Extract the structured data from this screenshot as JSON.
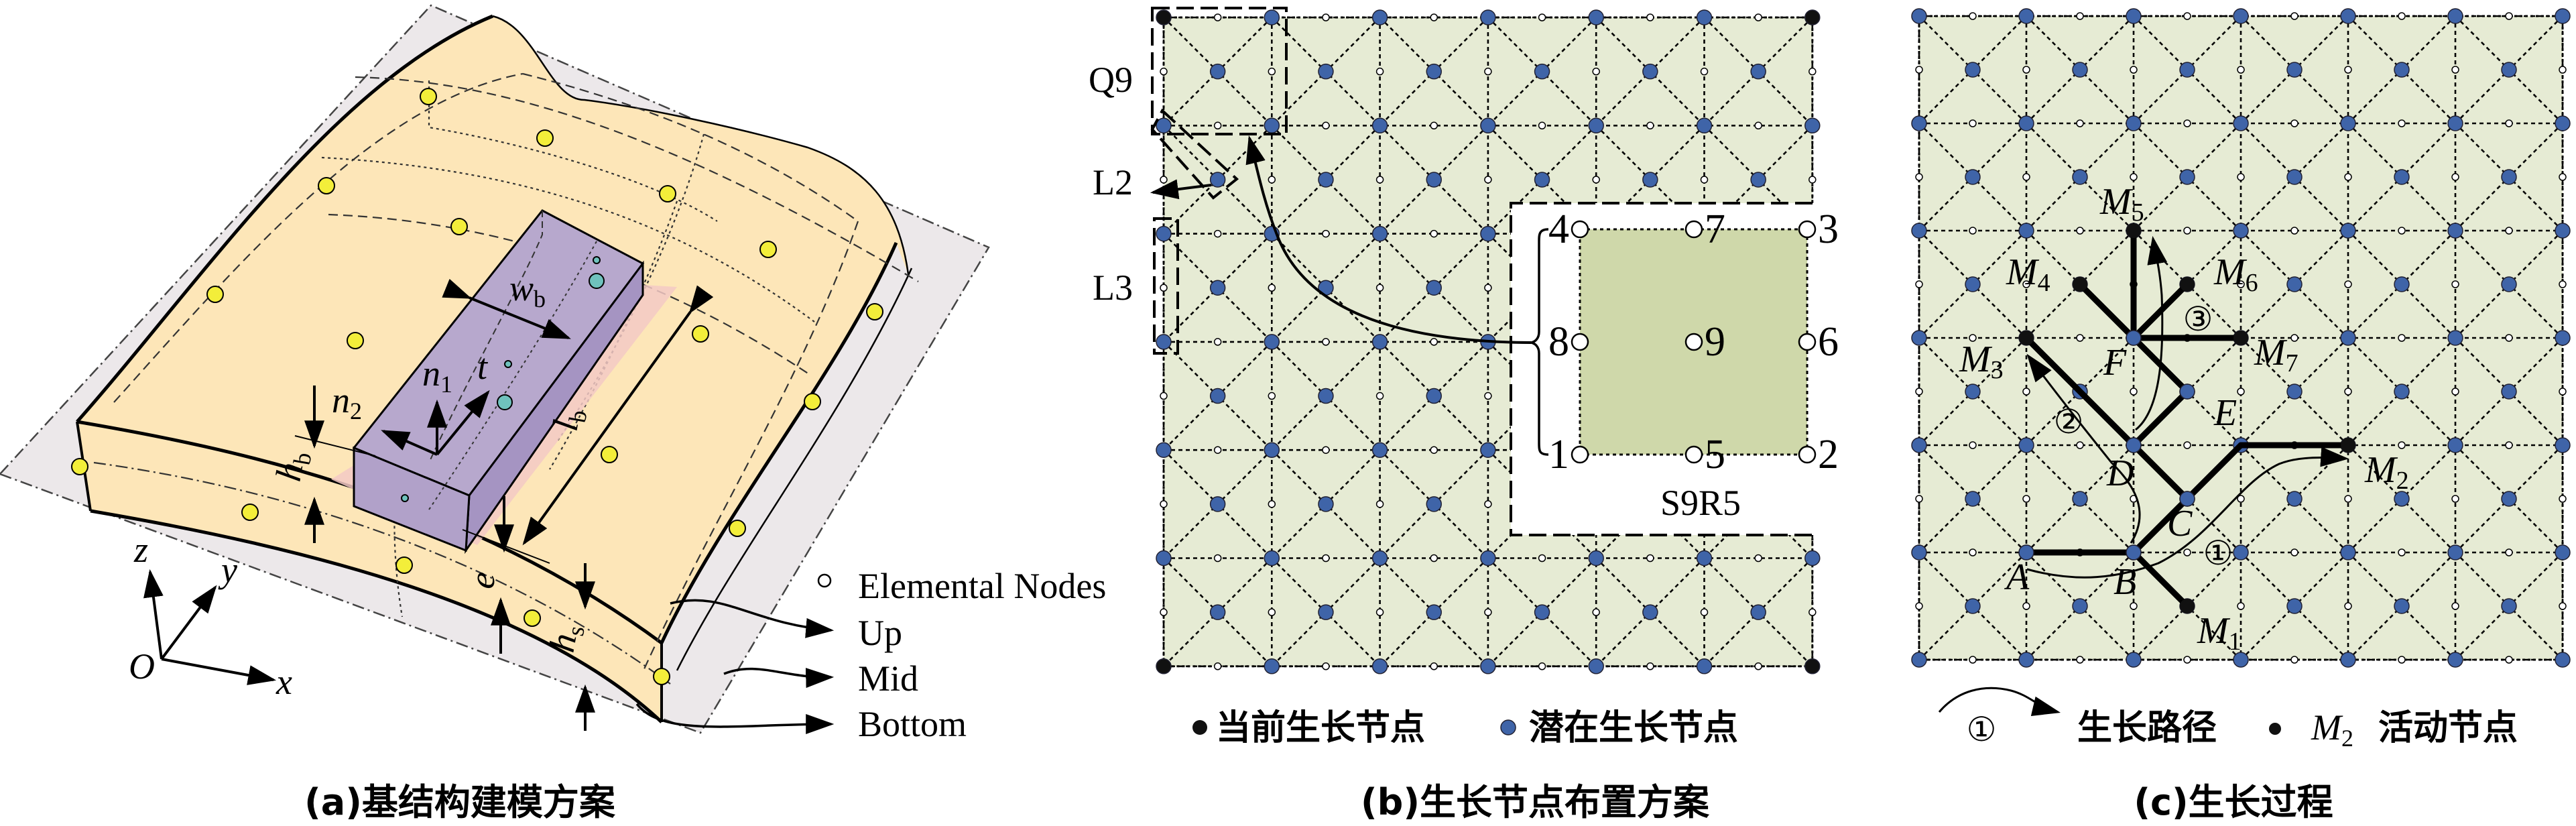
{
  "colors": {
    "grid_fill": "#e6ebd4",
    "inner_fill": "#cfd8aa",
    "blue_node": "#3f64a8",
    "yellow_node": "#f3ee3a",
    "teal_node": "#6fc2bd",
    "shell_fill": "#fde6b8",
    "plane_fill": "#ece8ea",
    "beam_fill": "#b7a8cd",
    "pink_fill": "#f3c9c4"
  },
  "panel_a": {
    "caption": "(a)基结构建模方案",
    "labels": {
      "wb": {
        "base": "w",
        "sub": "b"
      },
      "n1": {
        "base": "n",
        "sub": "1"
      },
      "t": "t",
      "n2": {
        "base": "n",
        "sub": "2"
      },
      "hb": {
        "base": "h",
        "sub": "b"
      },
      "lb": {
        "base": "l",
        "sub": "b"
      },
      "e": "e",
      "hs": {
        "base": "h",
        "sub": "s"
      },
      "z": "z",
      "y": "y",
      "x": "x",
      "O": "O"
    },
    "legend": {
      "nodes": "Elemental Nodes",
      "up": "Up",
      "mid": "Mid",
      "bottom": "Bottom"
    }
  },
  "panel_b": {
    "caption": "(b)生长节点布置方案",
    "grid": {
      "cols": 6,
      "rows": 6
    },
    "side_labels": {
      "q9": "Q9",
      "l2": "L2",
      "l3": "L3"
    },
    "element_label": "S9R5",
    "element_nodes": [
      "1",
      "2",
      "3",
      "4",
      "5",
      "6",
      "7",
      "8",
      "9"
    ],
    "legend": {
      "current": "当前生长节点",
      "potential": "潜在生长节点"
    }
  },
  "panel_c": {
    "caption": "(c)生长过程",
    "grid": {
      "cols": 6,
      "rows": 6
    },
    "points": {
      "A": {
        "label": "A",
        "u": 1,
        "v": 5
      },
      "B": {
        "label": "B",
        "u": 2,
        "v": 5
      },
      "C": {
        "label": "C",
        "u": 2.5,
        "v": 4.5
      },
      "D": {
        "label": "D",
        "u": 2,
        "v": 4
      },
      "E": {
        "label": "E",
        "u": 2.5,
        "v": 3.5
      },
      "F": {
        "label": "F",
        "u": 2,
        "v": 3
      },
      "M1": {
        "base": "M",
        "sub": "1",
        "u": 2.5,
        "v": 5.5
      },
      "M2": {
        "base": "M",
        "sub": "2",
        "u": 4,
        "v": 4
      },
      "M3": {
        "base": "M",
        "sub": "3",
        "u": 1,
        "v": 3
      },
      "M4": {
        "base": "M",
        "sub": "4",
        "u": 1.5,
        "v": 2.5
      },
      "M5": {
        "base": "M",
        "sub": "5",
        "u": 2,
        "v": 2
      },
      "M6": {
        "base": "M",
        "sub": "6",
        "u": 2.5,
        "v": 2.5
      },
      "M7": {
        "base": "M",
        "sub": "7",
        "u": 3,
        "v": 3
      }
    },
    "branches": [
      [
        [
          1,
          5
        ],
        [
          2,
          5
        ]
      ],
      [
        [
          2,
          5
        ],
        [
          2.5,
          5.5
        ]
      ],
      [
        [
          2,
          5
        ],
        [
          3,
          4
        ]
      ],
      [
        [
          3,
          4
        ],
        [
          4,
          4
        ]
      ],
      [
        [
          2,
          4
        ],
        [
          2.5,
          4.5
        ]
      ],
      [
        [
          1,
          3
        ],
        [
          2,
          4
        ]
      ],
      [
        [
          2,
          4
        ],
        [
          2.5,
          3.5
        ]
      ],
      [
        [
          2.5,
          3.5
        ],
        [
          2,
          3
        ]
      ],
      [
        [
          2,
          3
        ],
        [
          1.5,
          2.5
        ]
      ],
      [
        [
          2,
          3
        ],
        [
          2,
          2
        ]
      ],
      [
        [
          2,
          3
        ],
        [
          2.5,
          2.5
        ]
      ],
      [
        [
          2,
          3
        ],
        [
          3,
          3
        ]
      ]
    ],
    "paths": [
      "①",
      "②",
      "③"
    ],
    "legend": {
      "path_symbol": "①",
      "path": "生长路径",
      "active_base": "M",
      "active_sub": "2",
      "active": "活动节点"
    }
  }
}
